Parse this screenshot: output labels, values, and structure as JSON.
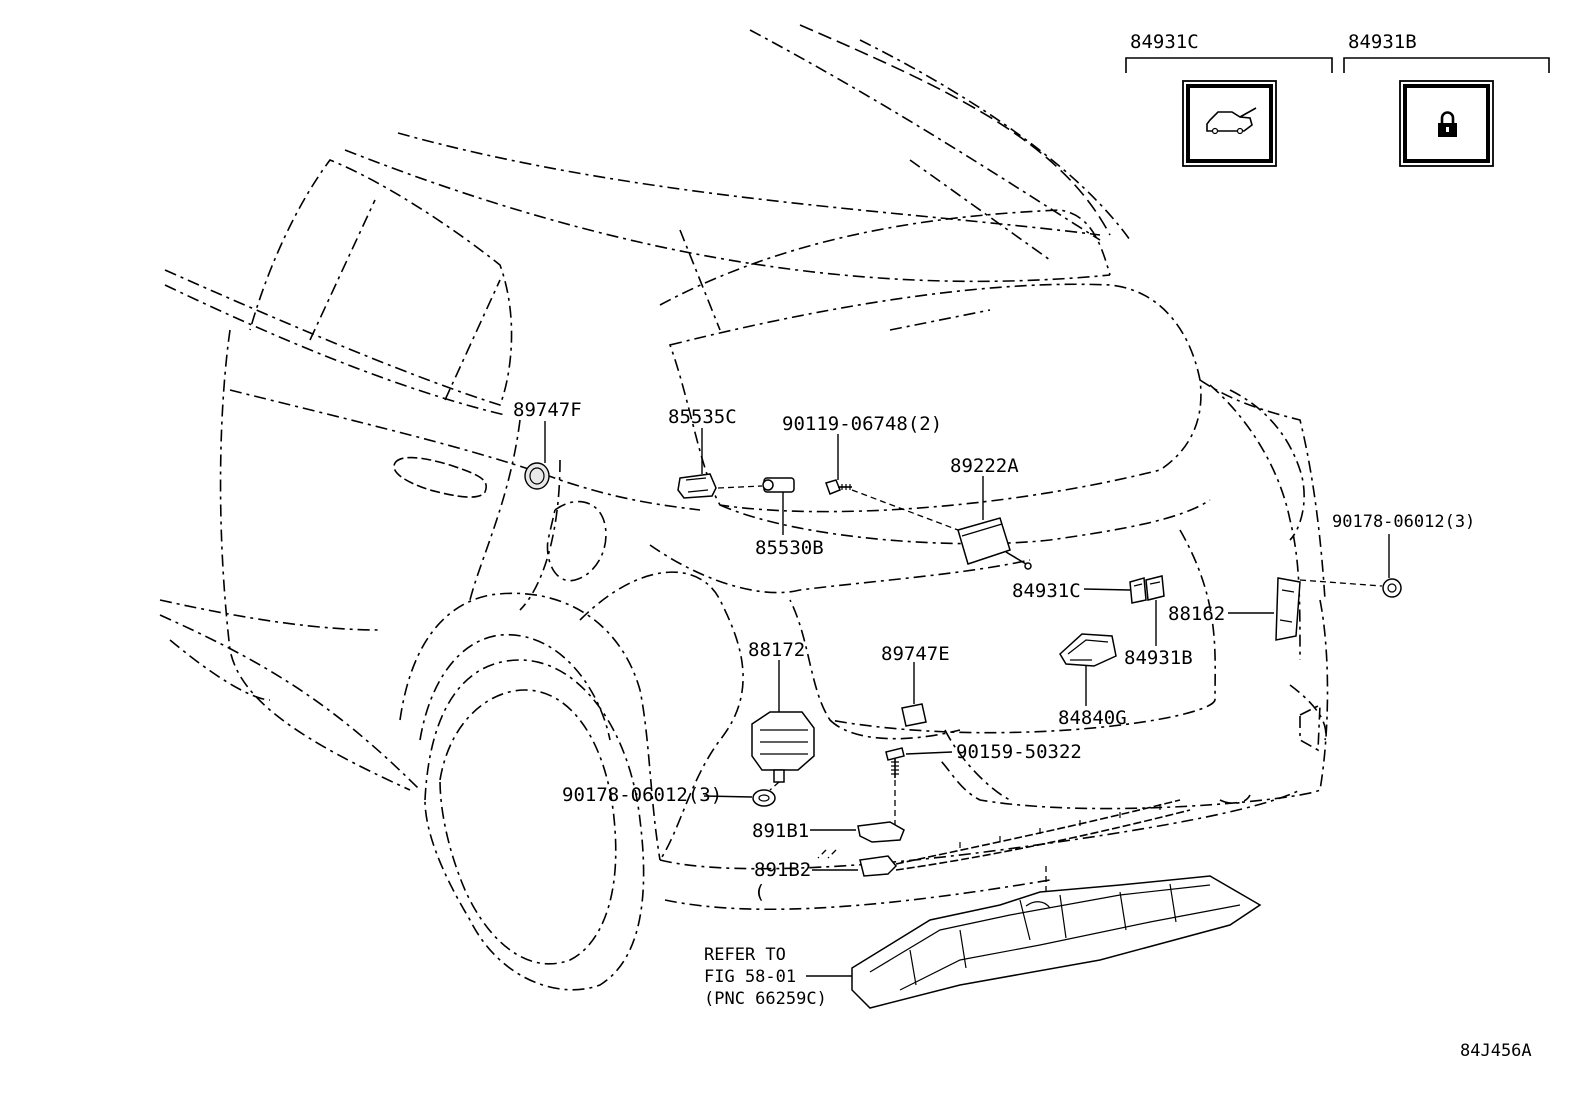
{
  "diagram_id": "84J456A",
  "legend_boxes": [
    {
      "label": "84931C",
      "icon": "rear-hatch-open-icon"
    },
    {
      "label": "84931B",
      "icon": "padlock-icon"
    }
  ],
  "callouts": {
    "p89747F": "89747F",
    "p85535C": "85535C",
    "p90119": "90119-06748(2)",
    "p89222A": "89222A",
    "p85530B": "85530B",
    "p90178_right": "90178-06012(3)",
    "p84931C": "84931C",
    "p88162": "88162",
    "p88172": "88172",
    "p89747E": "89747E",
    "p84931B": "84931B",
    "p84840G": "84840G",
    "p90159": "90159-50322",
    "p90178_left": "90178-06012(3)",
    "p891B1": "891B1",
    "p891B2": "891B2"
  },
  "refer_note": {
    "line1": "REFER TO",
    "line2": "FIG 58-01",
    "line3": "(PNC 66259C)"
  },
  "stray_mark": "("
}
